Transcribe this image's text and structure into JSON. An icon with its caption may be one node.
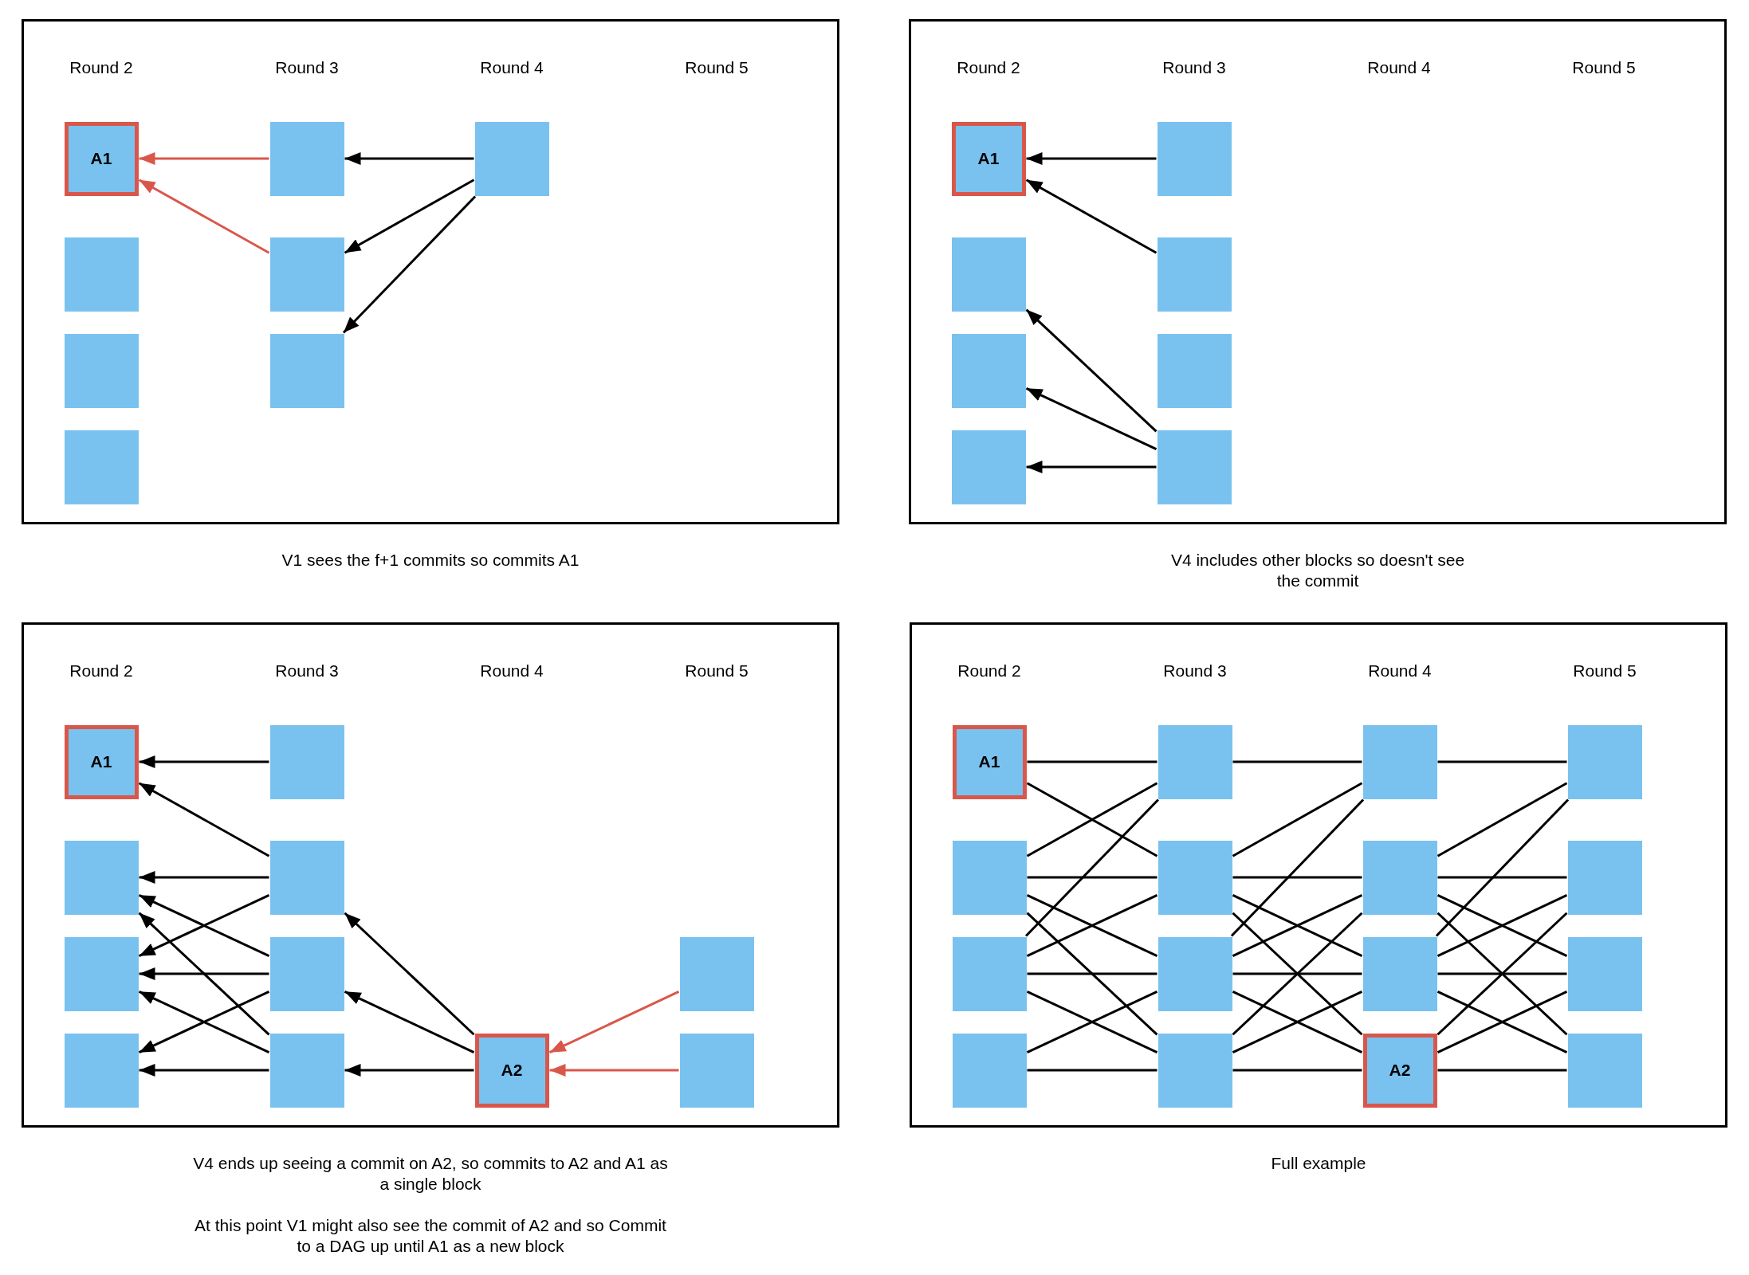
{
  "diagram": {
    "nodes": [
      {
        "text": [
          "Round 2",
          "Round 3",
          "Round 4",
          "Round 5"
        ],
        "beside": [
          "V1 sees the f+1 commits so commits A1"
        ]
      },
      {
        "text": [
          "A1"
        ],
        "in": 0
      },
      {
        "text": [],
        "shape": "box",
        "in": 0
      },
      {
        "text": [],
        "shape": "box",
        "in": 0
      },
      {
        "text": [],
        "shape": "box",
        "in": 0
      },
      {
        "text": [],
        "shape": "box",
        "in": 0
      },
      {
        "text": [],
        "shape": "box",
        "in": 0
      },
      {
        "text": [],
        "shape": "box",
        "in": 0
      },
      {
        "text": [],
        "shape": "box",
        "in": 0
      },
      {
        "text": [
          "Round 2",
          "Round 3",
          "Round 4",
          "Round 5"
        ],
        "beside": [
          "V4 includes other blocks so doesn't see the commit"
        ]
      },
      {
        "text": [
          "A1"
        ],
        "in": 9
      },
      {
        "text": [],
        "shape": "box",
        "in": 9
      },
      {
        "text": [],
        "shape": "box",
        "in": 9
      },
      {
        "text": [],
        "shape": "box",
        "in": 9
      },
      {
        "text": [],
        "shape": "box",
        "in": 9
      },
      {
        "text": [],
        "shape": "box",
        "in": 9
      },
      {
        "text": [],
        "shape": "box",
        "in": 9
      },
      {
        "text": [],
        "shape": "box",
        "in": 9
      },
      {
        "text": [
          "Round 2",
          "Round 3",
          "Round 4",
          "Round 5"
        ],
        "beside": [
          "V4 ends up seeing a commit on A2, so commits to A2 and A1 as a single block",
          "At this point V1 might also see the commit of A2 and so Commit to a DAG up until A1 as a new block"
        ]
      },
      {
        "text": [
          "A1"
        ],
        "in": 18
      },
      {
        "text": [],
        "shape": "box",
        "in": 18
      },
      {
        "text": [],
        "shape": "box",
        "in": 18
      },
      {
        "text": [],
        "shape": "box",
        "in": 18
      },
      {
        "text": [],
        "shape": "box",
        "in": 18
      },
      {
        "text": [],
        "shape": "box",
        "in": 18
      },
      {
        "text": [],
        "shape": "box",
        "in": 18
      },
      {
        "text": [],
        "shape": "box",
        "in": 18
      },
      {
        "text": [
          "A2"
        ],
        "in": 18
      },
      {
        "text": [],
        "shape": "box",
        "in": 18
      },
      {
        "text": [],
        "shape": "box",
        "in": 18
      },
      {
        "text": [
          "Round 2",
          "Round 3",
          "Round 4",
          "Round 5"
        ],
        "beside": [
          "Full example"
        ]
      },
      {
        "text": [
          "A1"
        ],
        "in": 30
      },
      {
        "text": [],
        "shape": "box",
        "in": 30
      },
      {
        "text": [],
        "shape": "box",
        "in": 30
      },
      {
        "text": [],
        "shape": "box",
        "in": 30
      },
      {
        "text": [],
        "shape": "box",
        "in": 30
      },
      {
        "text": [],
        "shape": "box",
        "in": 30
      },
      {
        "text": [],
        "shape": "box",
        "in": 30
      },
      {
        "text": [],
        "shape": "box",
        "in": 30
      },
      {
        "text": [],
        "shape": "box",
        "in": 30
      },
      {
        "text": [],
        "shape": "box",
        "in": 30
      },
      {
        "text": [],
        "shape": "box",
        "in": 30
      },
      {
        "text": [
          "A2"
        ],
        "in": 30
      },
      {
        "text": [],
        "shape": "box",
        "in": 30
      },
      {
        "text": [],
        "shape": "box",
        "in": 30
      },
      {
        "text": [],
        "shape": "box",
        "in": 30
      },
      {
        "text": [],
        "shape": "box",
        "in": 30
      }
    ],
    "edges": [
      {
        "from": 5,
        "to": 1,
        "arrow": "to",
        "color": "#d9574a"
      },
      {
        "from": 6,
        "to": 1,
        "arrow": "to",
        "color": "#d9574a"
      },
      {
        "from": 8,
        "to": 5,
        "arrow": "to"
      },
      {
        "from": 8,
        "to": 6,
        "arrow": "to"
      },
      {
        "from": 8,
        "to": 7,
        "arrow": "to"
      },
      {
        "from": 14,
        "to": 10,
        "arrow": "to"
      },
      {
        "from": 15,
        "to": 10,
        "arrow": "to"
      },
      {
        "from": 17,
        "to": 11,
        "arrow": "to"
      },
      {
        "from": 17,
        "to": 12,
        "arrow": "to"
      },
      {
        "from": 17,
        "to": 13,
        "arrow": "to"
      },
      {
        "from": 23,
        "to": 19,
        "arrow": "to"
      },
      {
        "from": 24,
        "to": 19,
        "arrow": "to"
      },
      {
        "from": 24,
        "to": 20,
        "arrow": "to"
      },
      {
        "from": 24,
        "to": 21,
        "arrow": "to"
      },
      {
        "from": 25,
        "to": 20,
        "arrow": "to"
      },
      {
        "from": 25,
        "to": 21,
        "arrow": "to"
      },
      {
        "from": 25,
        "to": 22,
        "arrow": "to"
      },
      {
        "from": 26,
        "to": 20,
        "arrow": "to"
      },
      {
        "from": 26,
        "to": 21,
        "arrow": "to"
      },
      {
        "from": 26,
        "to": 22,
        "arrow": "to"
      },
      {
        "from": 27,
        "to": 24,
        "arrow": "to"
      },
      {
        "from": 27,
        "to": 25,
        "arrow": "to"
      },
      {
        "from": 27,
        "to": 26,
        "arrow": "to"
      },
      {
        "from": 28,
        "to": 27,
        "arrow": "to",
        "color": "#d9574a"
      },
      {
        "from": 29,
        "to": 27,
        "arrow": "to",
        "color": "#d9574a"
      },
      {
        "from": 31,
        "to": 35,
        "arrow": "none"
      },
      {
        "from": 31,
        "to": 36,
        "arrow": "none"
      },
      {
        "from": 32,
        "to": 35,
        "arrow": "none"
      },
      {
        "from": 32,
        "to": 36,
        "arrow": "none"
      },
      {
        "from": 32,
        "to": 37,
        "arrow": "none"
      },
      {
        "from": 32,
        "to": 38,
        "arrow": "none"
      },
      {
        "from": 33,
        "to": 35,
        "arrow": "none"
      },
      {
        "from": 33,
        "to": 36,
        "arrow": "none"
      },
      {
        "from": 33,
        "to": 37,
        "arrow": "none"
      },
      {
        "from": 33,
        "to": 38,
        "arrow": "none"
      },
      {
        "from": 34,
        "to": 37,
        "arrow": "none"
      },
      {
        "from": 34,
        "to": 38,
        "arrow": "none"
      },
      {
        "from": 35,
        "to": 39,
        "arrow": "none"
      },
      {
        "from": 36,
        "to": 39,
        "arrow": "none"
      },
      {
        "from": 36,
        "to": 40,
        "arrow": "none"
      },
      {
        "from": 36,
        "to": 41,
        "arrow": "none"
      },
      {
        "from": 36,
        "to": 42,
        "arrow": "none"
      },
      {
        "from": 37,
        "to": 39,
        "arrow": "none"
      },
      {
        "from": 37,
        "to": 40,
        "arrow": "none"
      },
      {
        "from": 37,
        "to": 41,
        "arrow": "none"
      },
      {
        "from": 37,
        "to": 42,
        "arrow": "none"
      },
      {
        "from": 38,
        "to": 40,
        "arrow": "none"
      },
      {
        "from": 38,
        "to": 41,
        "arrow": "none"
      },
      {
        "from": 38,
        "to": 42,
        "arrow": "none"
      },
      {
        "from": 39,
        "to": 43,
        "arrow": "none"
      },
      {
        "from": 40,
        "to": 43,
        "arrow": "none"
      },
      {
        "from": 40,
        "to": 44,
        "arrow": "none"
      },
      {
        "from": 40,
        "to": 45,
        "arrow": "none"
      },
      {
        "from": 40,
        "to": 46,
        "arrow": "none"
      },
      {
        "from": 41,
        "to": 43,
        "arrow": "none"
      },
      {
        "from": 41,
        "to": 44,
        "arrow": "none"
      },
      {
        "from": 41,
        "to": 45,
        "arrow": "none"
      },
      {
        "from": 41,
        "to": 46,
        "arrow": "none"
      },
      {
        "from": 42,
        "to": 44,
        "arrow": "none"
      },
      {
        "from": 42,
        "to": 45,
        "arrow": "none"
      },
      {
        "from": 42,
        "to": 46,
        "arrow": "none"
      }
    ]
  }
}
